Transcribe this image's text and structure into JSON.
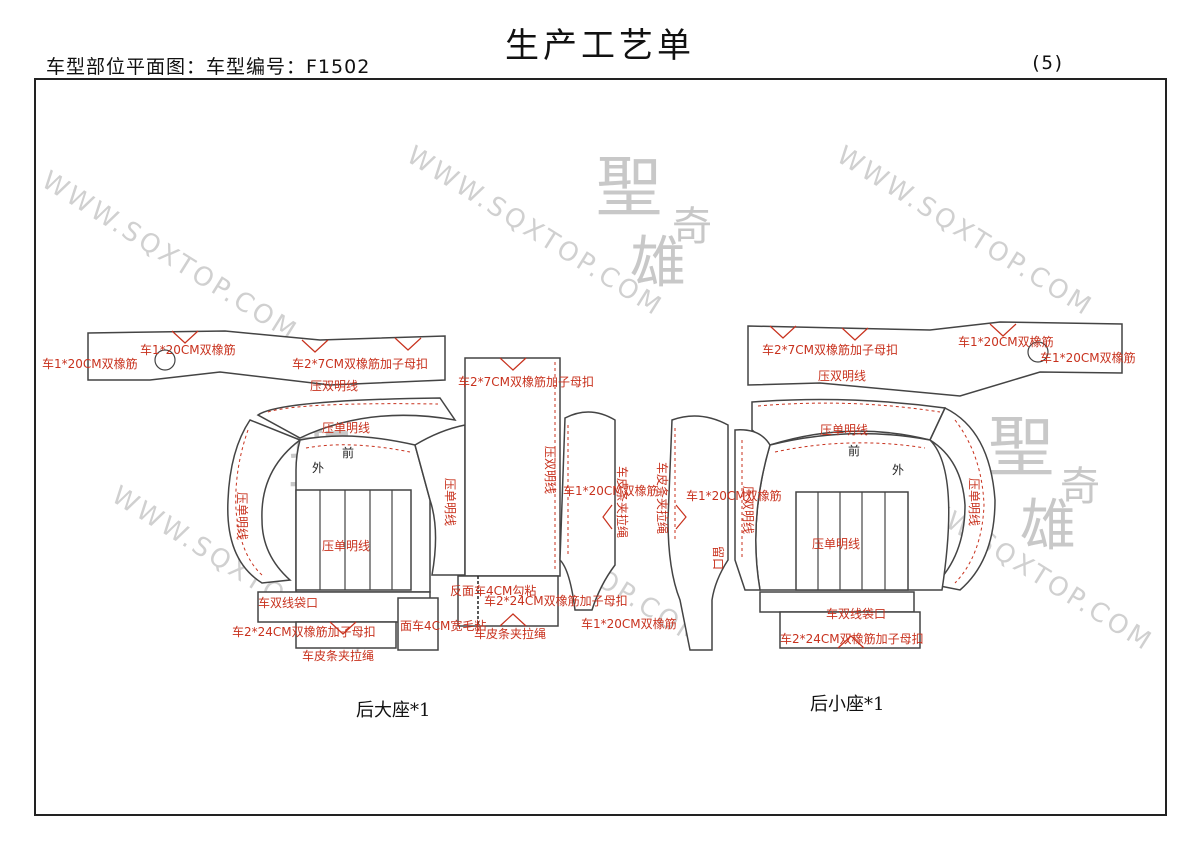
{
  "header": {
    "title": "生产工艺单",
    "subtitle": "车型部位平面图：车型编号：F1502",
    "page": "(5)"
  },
  "watermark": {
    "url": "WWW.SQXTOP.COM",
    "logo": "聖奇雄"
  },
  "colors": {
    "annotation": "#c8321e",
    "outline": "#444444",
    "watermark": "#cccccc"
  },
  "left_assembly": {
    "caption": "后大座*1",
    "labels": {
      "l1": "车1*20CM双橡筋",
      "l2": "车1*20CM双橡筋",
      "l3": "车2*7CM双橡筋加子母扣",
      "l4": "压双明线",
      "l5": "车2*7CM双橡筋加子母扣",
      "l6": "压单明线",
      "l7": "前",
      "l8": "外",
      "l9": "压单明线",
      "l10": "压单明线",
      "l11": "压单明线",
      "l12": "压双明线",
      "l13": "车1*20CM双橡筋",
      "l14": "车皮条夹拉绳",
      "l15": "车双线袋口",
      "l16": "车2*24CM双橡筋加子母扣",
      "l17": "车皮条夹拉绳",
      "l18": "面车4CM宽毛粘",
      "l19": "反面车4CM勾粘",
      "l20": "车2*24CM双橡筋加子母扣",
      "l21": "车皮条夹拉绳",
      "l22": "车1*20CM双橡筋"
    }
  },
  "right_assembly": {
    "caption": "后小座*1",
    "labels": {
      "r1": "车2*7CM双橡筋加子母扣",
      "r2": "车1*20CM双橡筋",
      "r3": "车1*20CM双橡筋",
      "r4": "压双明线",
      "r5": "压单明线",
      "r6": "前",
      "r7": "外",
      "r8": "压单明线",
      "r9": "压单明线",
      "r10": "车皮条夹拉绳",
      "r11": "车1*20CM双橡筋",
      "r12": "留口",
      "r13": "压双明线",
      "r14": "车双线袋口",
      "r15": "车2*24CM双橡筋加子母扣"
    }
  }
}
